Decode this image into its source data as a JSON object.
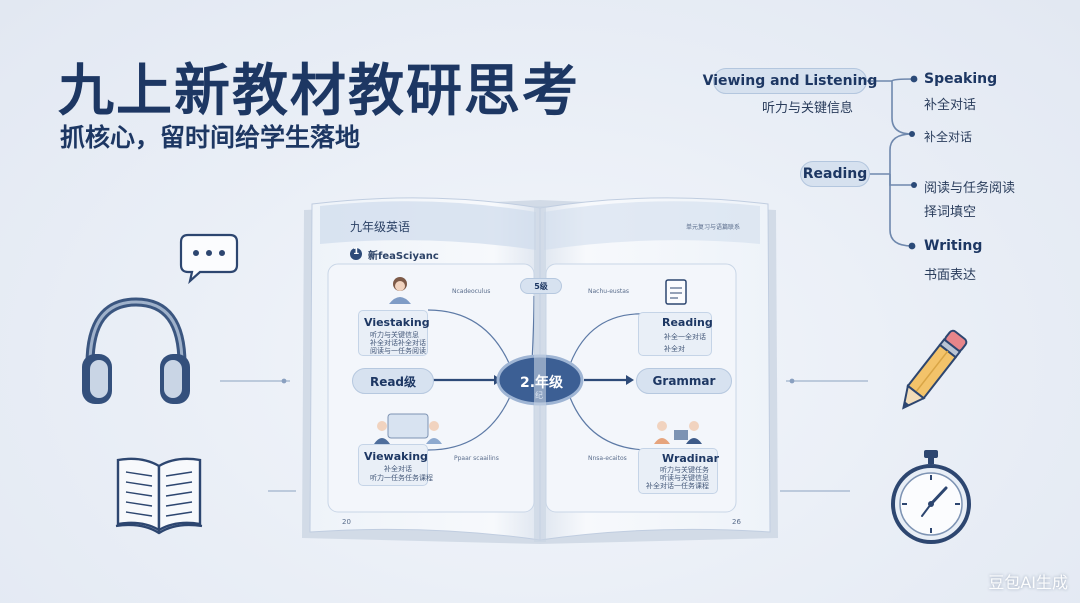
{
  "header": {
    "title": "九上新教材教研思考",
    "subtitle": "抓核心，留时间给学生落地"
  },
  "mindmap": {
    "root_label": "Viewing and Listening",
    "root_sub": "听力与关键信息",
    "speaking_label": "Speaking",
    "speaking_sub": "补全对话",
    "mid_label": "补全对话",
    "reading_label": "Reading",
    "reading_sub": "阅读与任务阅读",
    "reading_sub2": "择词填空",
    "writing_label": "Writing",
    "writing_sub": "书面表达"
  },
  "book": {
    "left_header": "九年级英语",
    "section_num": "1",
    "section_title": "新feaSciyanc",
    "tiny_left_top": "Ncadeoculus",
    "tiny_right_top": "Nachu-eustas",
    "tiny_left_bottom": "Ppaar scaailins",
    "tiny_right_bottom": "Nnsa-ecaitos",
    "card1_title": "Viestaking",
    "card1_lines": [
      "听力与关键信息",
      "补全对话补全对话",
      "阅读与一任务阅读"
    ],
    "card2_title": "Read级",
    "card3_title": "Viewaking",
    "card3_lines": [
      "补全对话",
      "听力一任务任务课程"
    ],
    "center_title": "2.年级",
    "center_sub": "纪",
    "top_tag": "5级",
    "card4_title": "Reading",
    "card4_lines": [
      "补全一全对话",
      "补全对"
    ],
    "card5_title": "Grammar",
    "card6_title": "Wradinar",
    "card6_lines": [
      "听力与关键任务",
      "听读与关键信息",
      "补全对话一任务课程"
    ],
    "right_header": "单元复习与语篇联系",
    "page_left": "20",
    "page_right": "26"
  },
  "watermark": "豆包AI生成",
  "icons": {
    "headphones": "headphones-icon",
    "chat": "speech-bubble-icon",
    "open_book": "open-book-icon",
    "pencil": "pencil-icon",
    "stopwatch": "stopwatch-icon"
  },
  "colors": {
    "navy": "#1d3763",
    "pill_bg": "#d6e1ef",
    "line": "#6f88ad",
    "pencil": "#f3c36a",
    "eraser": "#e7858a"
  }
}
